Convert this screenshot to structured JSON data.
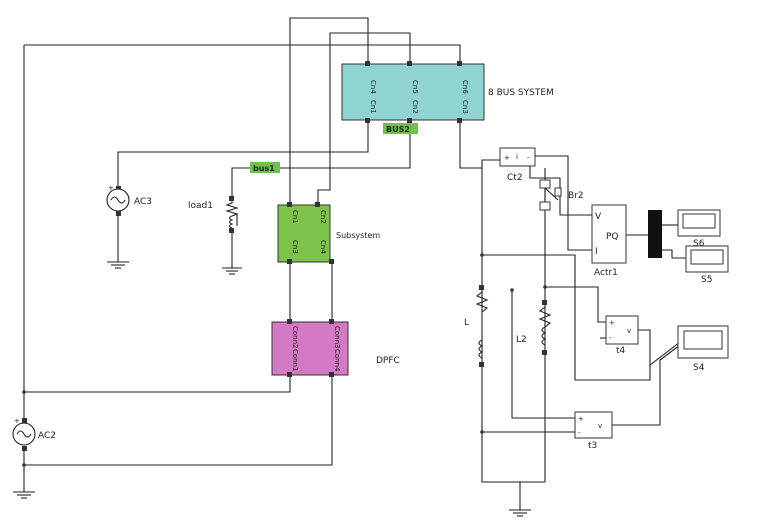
{
  "colors": {
    "bus_block": "#8fd3d3",
    "subsystem_block": "#7dc24a",
    "dpfc_block": "#d47ac4",
    "tag_green": "#6cc24a"
  },
  "bus_system": {
    "title": "8 BUS SYSTEM",
    "ports_top": [
      "Cn4",
      "Cn5",
      "Cn6"
    ],
    "ports_bottom": [
      "Cn1",
      "Cn2",
      "Cn3"
    ]
  },
  "tags": {
    "bus2": "BUS2",
    "bus1": "bus1"
  },
  "subsystem": {
    "title": "Subsystem",
    "ports_top": [
      "Cn1",
      "Cn2"
    ],
    "ports_bottom": [
      "Cn3",
      "Cn4"
    ]
  },
  "dpfc": {
    "title": "DPFC",
    "ports_top": [
      "Conn2",
      "Conn3"
    ],
    "ports_bottom": [
      "Conn1",
      "Conn4"
    ]
  },
  "sources": {
    "ac3": "AC3",
    "ac2": "AC2"
  },
  "load": "load1",
  "measure": {
    "ct2": "Ct2",
    "br2": "Br2",
    "actr": "Actr1",
    "actr_v": "V",
    "actr_i": "I",
    "actr_out": "PQ",
    "t4": "t4",
    "t3": "t3",
    "v": "v",
    "plus": "+",
    "minus": "-",
    "i": "i",
    "scopes": [
      "S6",
      "S5",
      "S4"
    ],
    "l": "L",
    "l2": "L2"
  }
}
